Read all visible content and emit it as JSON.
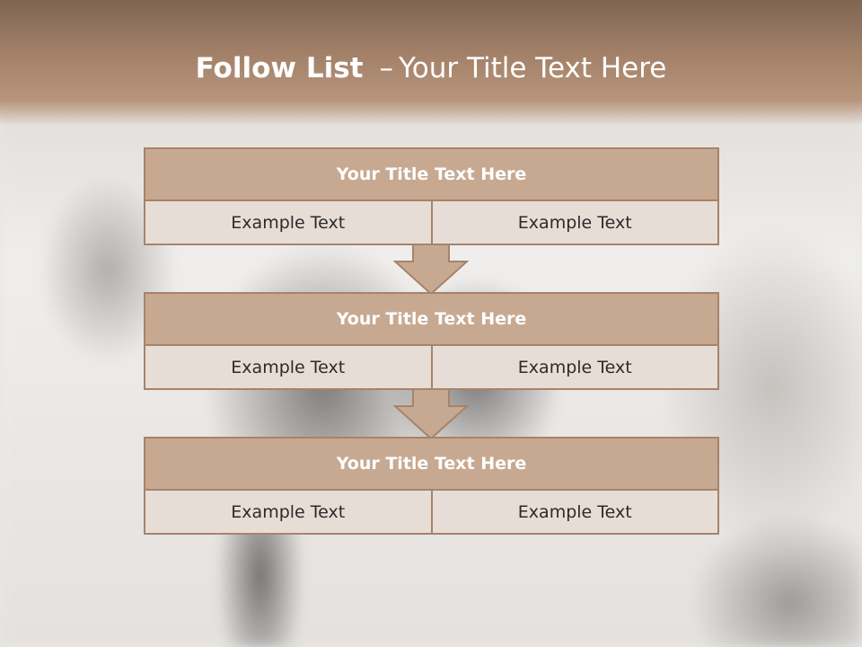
{
  "slide": {
    "title_bold": "Follow List",
    "title_separator": "–",
    "title_rest": "Your Title Text Here"
  },
  "steps": [
    {
      "title": "Your Title Text Here",
      "left": "Example Text",
      "right": "Example Text"
    },
    {
      "title": "Your Title Text Here",
      "left": "Example Text",
      "right": "Example Text"
    },
    {
      "title": "Your Title Text Here",
      "left": "Example Text",
      "right": "Example Text"
    }
  ],
  "colors": {
    "header": "#a48269",
    "box_title_fill": "#c7a992",
    "box_row_fill": "#e7ddd7",
    "border": "#a7836a",
    "arrow_fill": "#c7a992"
  }
}
